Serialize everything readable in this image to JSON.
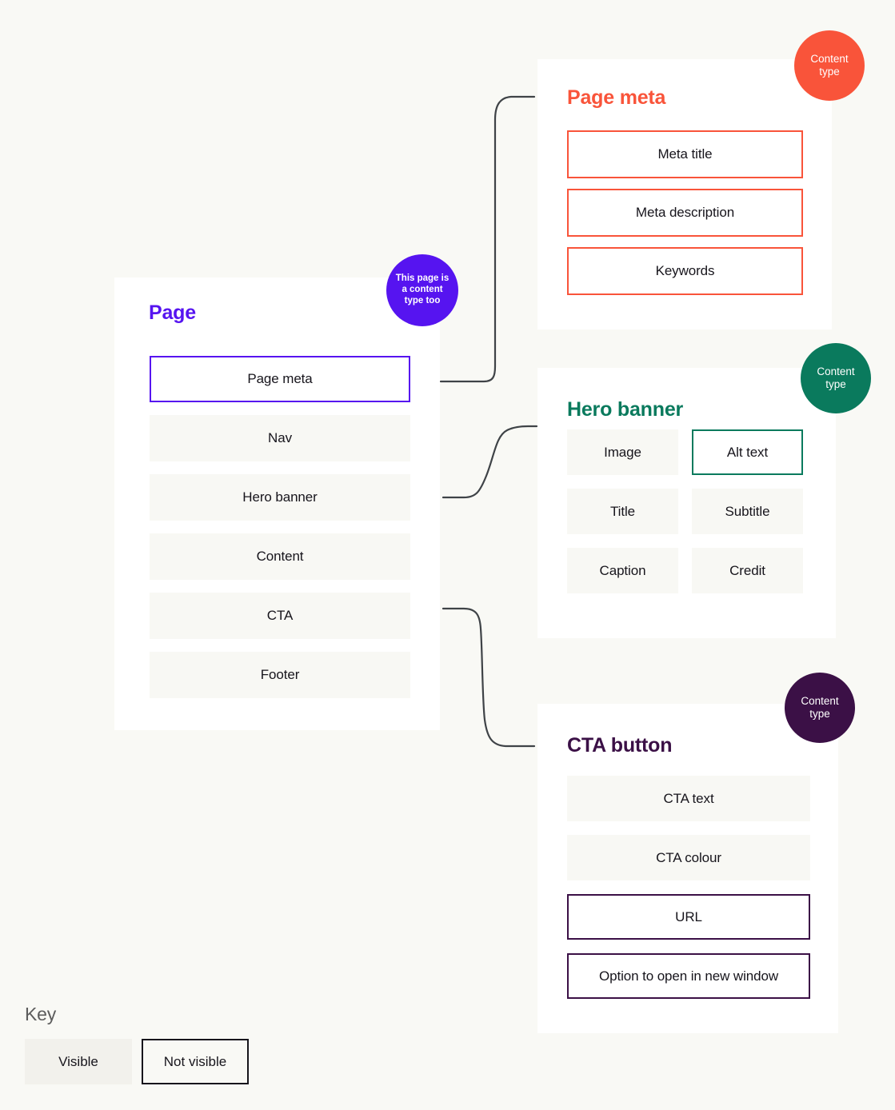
{
  "colors": {
    "background": "#f9f9f5",
    "card": "#ffffff",
    "page_purple": "#5614f0",
    "page_meta_orange": "#f9543a",
    "hero_green": "#0a7a5d",
    "cta_dark_purple": "#3b1046",
    "row_visible_fill": "#f8f8f4",
    "text_dark": "#17151c",
    "key_title_grey": "#5d5d5d",
    "connector_line": "#3f4347"
  },
  "diagram": {
    "type": "content-model",
    "page_card": {
      "title": "Page",
      "badge": {
        "text": "This page is a content type too",
        "lines": [
          "This page is",
          "a content",
          "type too"
        ],
        "color": "#5614f0"
      },
      "rows": [
        {
          "label": "Page meta",
          "visibility": "not-visible"
        },
        {
          "label": "Nav",
          "visibility": "visible"
        },
        {
          "label": "Hero banner",
          "visibility": "visible"
        },
        {
          "label": "Content",
          "visibility": "visible"
        },
        {
          "label": "CTA",
          "visibility": "visible"
        },
        {
          "label": "Footer",
          "visibility": "visible"
        }
      ]
    },
    "page_meta_card": {
      "title": "Page meta",
      "badge": {
        "text": "Content type",
        "lines": [
          "Content",
          "type"
        ],
        "color": "#f9543a"
      },
      "rows": [
        {
          "label": "Meta title",
          "visibility": "not-visible"
        },
        {
          "label": "Meta description",
          "visibility": "not-visible"
        },
        {
          "label": "Keywords",
          "visibility": "not-visible"
        }
      ]
    },
    "hero_card": {
      "title": "Hero banner",
      "badge": {
        "text": "Content type",
        "lines": [
          "Content",
          "type"
        ],
        "color": "#0a7a5d"
      },
      "rows": [
        {
          "label": "Image",
          "visibility": "visible"
        },
        {
          "label": "Alt text",
          "visibility": "not-visible"
        },
        {
          "label": "Title",
          "visibility": "visible"
        },
        {
          "label": "Subtitle",
          "visibility": "visible"
        },
        {
          "label": "Caption",
          "visibility": "visible"
        },
        {
          "label": "Credit",
          "visibility": "visible"
        }
      ]
    },
    "cta_card": {
      "title": "CTA button",
      "badge": {
        "text": "Content type",
        "lines": [
          "Content",
          "type"
        ],
        "color": "#3b1046"
      },
      "rows": [
        {
          "label": "CTA text",
          "visibility": "visible"
        },
        {
          "label": "CTA colour",
          "visibility": "visible"
        },
        {
          "label": "URL",
          "visibility": "not-visible"
        },
        {
          "label": "Option to open in new window",
          "visibility": "not-visible"
        }
      ]
    },
    "connectors": [
      {
        "from": "page.rows.page-meta",
        "to": "page-meta-card"
      },
      {
        "from": "page.rows.hero-banner",
        "to": "hero-card"
      },
      {
        "from": "page.rows.cta",
        "to": "cta-card"
      }
    ]
  },
  "key": {
    "title": "Key",
    "items": [
      {
        "label": "Visible",
        "style": "filled"
      },
      {
        "label": "Not visible",
        "style": "outlined"
      }
    ]
  }
}
